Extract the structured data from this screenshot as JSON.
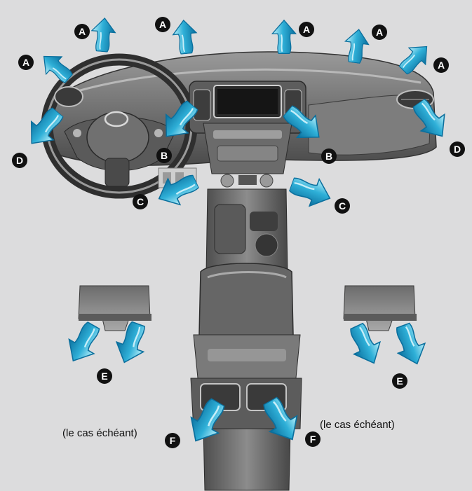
{
  "colors": {
    "background": "#dcdcdd",
    "airflow_light": "#9ee6f6",
    "airflow_mid": "#2fb0d8",
    "airflow_dark": "#0b6f9d",
    "badge": "#111111"
  },
  "labels": {
    "a": "A",
    "b": "B",
    "c": "C",
    "d": "D",
    "e": "E",
    "f": "F"
  },
  "notes": {
    "left": "(le cas échéant)",
    "right": "(le cas échéant)"
  }
}
